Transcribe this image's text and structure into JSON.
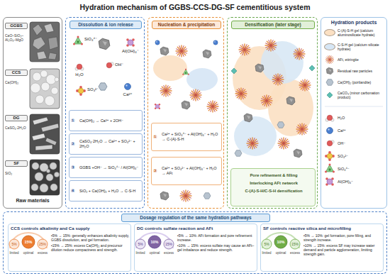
{
  "diagram": {
    "title": "Hydration mechanism of GGBS-CCS-DG-SF cementitious system",
    "nodes": [
      {
        "text": [
          "Raw materials"
        ]
      },
      {
        "text": [
          "GGBS",
          "CaO–SiO₂–Al₂O₃–MgO"
        ],
        "in": 0
      },
      {
        "text": [
          "CCS",
          "Ca(OH)₂"
        ],
        "in": 0
      },
      {
        "text": [
          "DG",
          "CaSO₄·2H₂O"
        ],
        "in": 0
      },
      {
        "text": [
          "SF",
          "SiO₂"
        ],
        "in": 0
      },
      {
        "text": [
          "Dissolution & ion release"
        ]
      },
      {
        "text": [
          "①",
          "Ca(OH)₂ → Ca²⁺ + 2OH⁻"
        ],
        "in": 5
      },
      {
        "text": [
          "②",
          "CaSO₄·2H₂O → Ca²⁺ + SO₄²⁻ + 2H₂O"
        ],
        "in": 5
      },
      {
        "text": [
          "③",
          "GGBS +OH⁻ → SiO₄⁴⁻ / Al(OH)₄⁻"
        ],
        "in": 5
      },
      {
        "text": [
          "④",
          "SiO₂ + Ca(OH)₂ + H₂O → C-S-H"
        ],
        "in": 5
      },
      {
        "text": [
          "Nucleation & precipitation"
        ]
      },
      {
        "text": [
          "①",
          "Ca²⁺ + SiO₄⁴⁻ + Al(OH)₄⁻ + H₂O → C-(A)-S-H"
        ],
        "in": 10
      },
      {
        "text": [
          "②",
          "Ca²⁺ + SO₄²⁻ + Al(OH)₄⁻ + H₂O → AFt"
        ],
        "in": 10
      },
      {
        "text": [
          "Densification (later stage)"
        ]
      },
      {
        "text": [
          "Pore refinement & filling",
          "Interlocking AFt network",
          "C-(A)-S-H/C-S-H densification"
        ],
        "in": 13
      },
      {
        "text": [
          "Hydration products"
        ]
      },
      {
        "text": [
          "Dosage regulation of the same hydration pathways"
        ]
      },
      {
        "text": [
          "CCS controls alkalinity and Ca supply",
          "•5% → 15%: generally enhances alkalinity supply, GGBS dissolution, and gel formation.",
          "•15% → 25%: excess Ca(OH)₂ and precursor dilution reduce compactness and strength."
        ],
        "in": 16
      },
      {
        "text": [
          "DG controls sulfate reaction and AFt",
          "•5% → 10%: AFt formation and pore refinement increase.",
          "•10% → 15%: excess sulfate may cause an AFt–gel imbalance and reduce strength."
        ],
        "in": 16
      },
      {
        "text": [
          "SF controls reactive silica and microfilling",
          "•5% → 10%: gel formation, pore filling, and strength increase.",
          "•10% → 15%: excess SF may increase water demand and particle agglomeration, limiting strength gain."
        ],
        "in": 16
      }
    ],
    "labels": [
      "SiO₄⁴⁻",
      "Al(OH)₄⁻",
      "H₂O",
      "OH⁻",
      "SO₄²⁻",
      "Ca²⁺",
      "5%",
      "15%",
      "25%",
      "limited",
      "optimal",
      "excess",
      "5%",
      "10%",
      "15%",
      "limited",
      "optimal",
      "excess",
      "5%",
      "10%",
      "15%",
      "limited",
      "optimal",
      "excess"
    ],
    "legend": [
      {
        "text": "C-(A)-S-H gel (calcium aluminosilicate hydrate)",
        "color": "#fbe0c3"
      },
      {
        "text": "C-S-H gel (calcium silicate hydrate)",
        "color": "#d6e6f5"
      },
      {
        "text": "AFt, ettringite"
      },
      {
        "text": "Residual raw particles"
      },
      {
        "text": "Ca(OH)₂ (portlandite)"
      },
      {
        "text": "CaCO₃ (minor carbonation product)"
      },
      {
        "text": "H₂O"
      },
      {
        "text": "Ca²⁺"
      },
      {
        "text": "OH⁻"
      },
      {
        "text": "SO₄²⁻"
      },
      {
        "text": "SiO₄⁴⁻"
      },
      {
        "text": "Al(OH)₄⁻"
      }
    ]
  }
}
